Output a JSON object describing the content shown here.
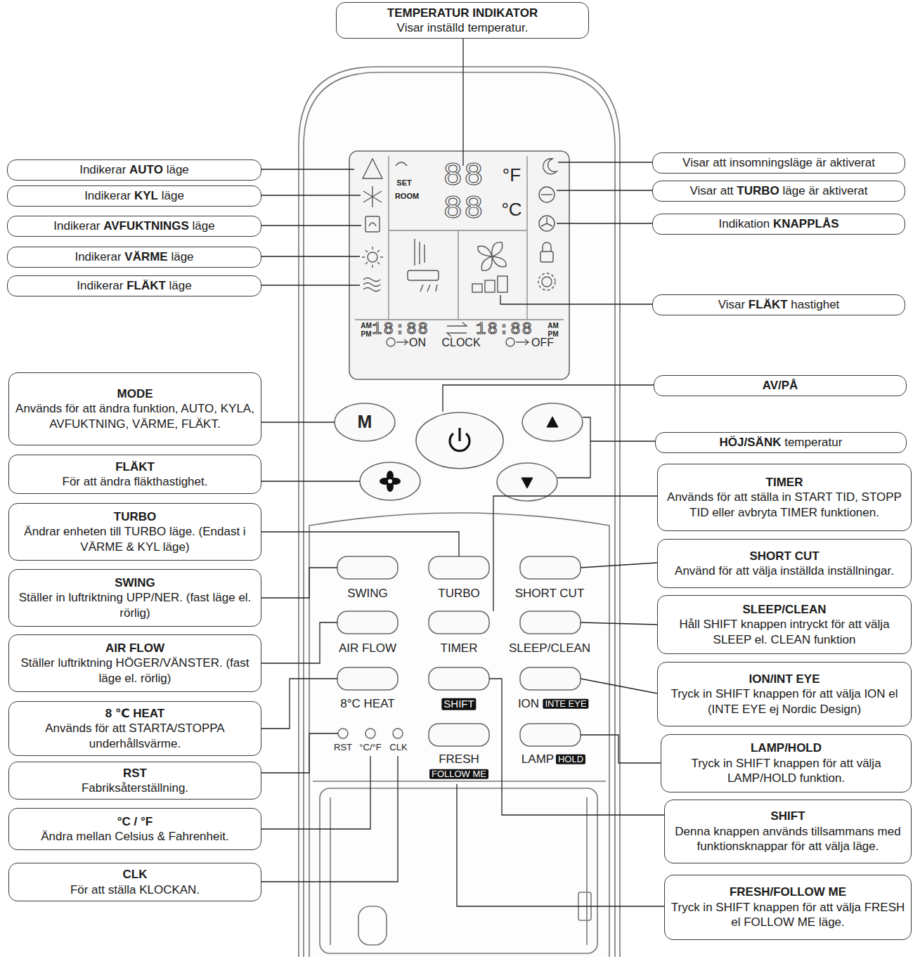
{
  "diagram": {
    "nodes": [
      {
        "text": [
          "TEMPERATUR INDIKATOR",
          "Visar inställd temperatur."
        ]
      },
      {
        "text": [
          "Visar att insomningsläge är aktiverat"
        ]
      },
      {
        "text": [
          "Indikerar AUTO läge"
        ]
      },
      {
        "text": [
          "Visar att TURBO läge är aktiverat"
        ]
      },
      {
        "text": [
          "Indikerar KYL läge"
        ]
      },
      {
        "text": [
          "Indikation KNAPPLÅS"
        ]
      },
      {
        "text": [
          "Indikerar AVFUKTNINGS läge"
        ]
      },
      {
        "text": [
          "Indikerar VÄRME läge"
        ]
      },
      {
        "text": [
          "Indikerar FLÄKT läge"
        ]
      },
      {
        "text": [
          "Visar FLÄKT hastighet"
        ]
      },
      {
        "text": [
          "MODE",
          "Används för att ändra funktion, AUTO, KYLA, AVFUKTNING, VÄRME, FLÄKT."
        ]
      },
      {
        "text": [
          "AV/PÅ"
        ]
      },
      {
        "text": [
          "HÖJ/SÄNK temperatur"
        ]
      },
      {
        "text": [
          "FLÄKT",
          "För att ändra fläkthastighet."
        ]
      },
      {
        "text": [
          "TIMER",
          "Används för att ställa in START TID, STOPP TID eller avbryta TIMER funktionen."
        ]
      },
      {
        "text": [
          "TURBO",
          "Ändrar enheten till TURBO läge. (Endast i VÄRME & KYL läge)"
        ]
      },
      {
        "text": [
          "SHORT CUT",
          "Använd för att välja inställda inställningar."
        ]
      },
      {
        "text": [
          "SWING",
          "Ställer in luftriktning UPP/NER. (fast läge el. rörlig)"
        ]
      },
      {
        "text": [
          "SLEEP/CLEAN",
          "Håll SHIFT knappen intryckt för att välja SLEEP el. CLEAN funktion"
        ]
      },
      {
        "text": [
          "AIR FLOW",
          "Ställer luftriktning HÖGER/VÄNSTER. (fast läge el. rörlig)"
        ]
      },
      {
        "text": [
          "ION/INT EYE",
          "Tryck in SHIFT knappen för att välja ION el (INTE EYE ej Nordic Design)"
        ]
      },
      {
        "text": [
          "8 ℃ HEAT",
          "Används för att STARTA/STOPPA underhållsvärme."
        ]
      },
      {
        "text": [
          "LAMP/HOLD",
          "Tryck in SHIFT knappen för att välja LAMP/HOLD funktion."
        ]
      },
      {
        "text": [
          "RST",
          "Fabriksåterställning."
        ]
      },
      {
        "text": [
          "SHIFT",
          "Denna knappen används tillsammans med funktionsknappar för att välja läge."
        ]
      },
      {
        "text": [
          "°C / °F",
          "Ändra mellan Celsius & Fahrenheit."
        ]
      },
      {
        "text": [
          "CLK",
          "För att ställa KLOCKAN."
        ]
      },
      {
        "text": [
          "FRESH/FOLLOW ME",
          "Tryck in SHIFT knappen för att välja FRESH el FOLLOW ME läge."
        ]
      }
    ],
    "labels": [
      "SET",
      "ROOM",
      "88",
      "88",
      "°F",
      "°C",
      "AM",
      "PM",
      "18:88",
      "18:88",
      "AM",
      "PM",
      "ON",
      "CLOCK",
      "OFF",
      "M",
      "SWING",
      "TURBO",
      "SHORT CUT",
      "AIR FLOW",
      "TIMER",
      "SLEEP/CLEAN",
      "8°C HEAT",
      "SHIFT",
      "ION",
      "INTE EYE",
      "RST",
      "°C/°F",
      "CLK",
      "FRESH",
      "FOLLOW ME",
      "LAMP",
      "HOLD"
    ]
  }
}
